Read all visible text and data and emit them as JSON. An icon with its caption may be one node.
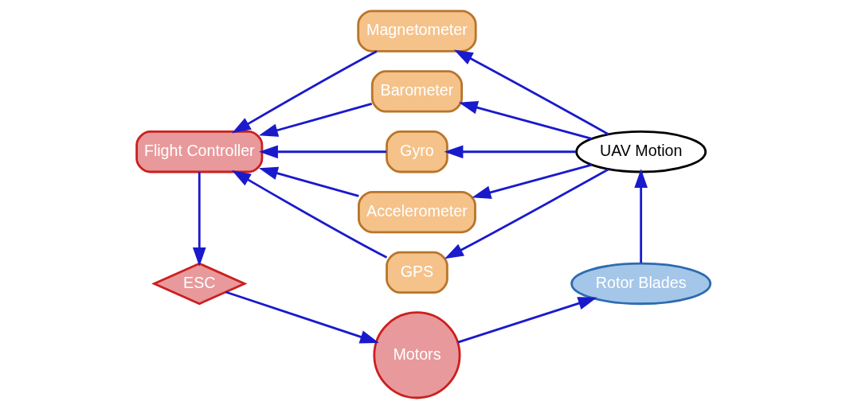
{
  "diagram": {
    "nodes": [
      {
        "text": [
          "Flight Controller"
        ]
      },
      {
        "text": [
          "Magnetometer"
        ]
      },
      {
        "text": [
          "Barometer"
        ]
      },
      {
        "text": [
          "Gyro"
        ]
      },
      {
        "text": [
          "Accelerometer"
        ]
      },
      {
        "text": [
          "GPS"
        ]
      },
      {
        "text": [
          "UAV Motion"
        ]
      },
      {
        "text": [
          "ESC"
        ]
      },
      {
        "text": [
          "Motors"
        ]
      },
      {
        "text": [
          "Rotor Blades"
        ]
      }
    ],
    "edges": [
      {
        "from": 1,
        "to": 0,
        "arrow": "to"
      },
      {
        "from": 2,
        "to": 0,
        "arrow": "to"
      },
      {
        "from": 3,
        "to": 0,
        "arrow": "to"
      },
      {
        "from": 4,
        "to": 0,
        "arrow": "to"
      },
      {
        "from": 5,
        "to": 0,
        "arrow": "to"
      },
      {
        "from": 6,
        "to": 1,
        "arrow": "to"
      },
      {
        "from": 6,
        "to": 2,
        "arrow": "to"
      },
      {
        "from": 6,
        "to": 3,
        "arrow": "to"
      },
      {
        "from": 6,
        "to": 4,
        "arrow": "to"
      },
      {
        "from": 6,
        "to": 5,
        "arrow": "to"
      },
      {
        "from": 0,
        "to": 7,
        "arrow": "to"
      },
      {
        "from": 7,
        "to": 8,
        "arrow": "to"
      },
      {
        "from": 8,
        "to": 9,
        "arrow": "to"
      },
      {
        "from": 9,
        "to": 6,
        "arrow": "to"
      }
    ]
  }
}
